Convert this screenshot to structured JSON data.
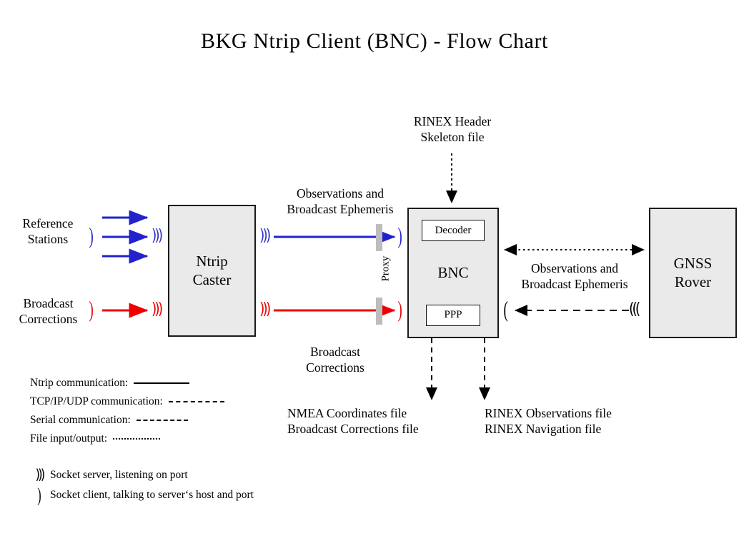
{
  "title": "BKG Ntrip Client (BNC)  -  Flow Chart",
  "colors": {
    "ntrip_blue": "#2222CC",
    "corrections_red": "#EE0000",
    "box_fill": "#EAEAEA",
    "box_border": "#1A1A1A",
    "proxy_bar": "#BDBDBD",
    "background": "#FFFFFF"
  },
  "nodes": {
    "reference_stations": "Reference\nStations",
    "broadcast_corrections_source": "Broadcast\nCorrections",
    "ntrip_caster": "Ntrip\nCaster",
    "bnc": "BNC",
    "bnc_decoder": "Decoder",
    "bnc_ppp": "PPP",
    "gnss_rover": "GNSS\nRover"
  },
  "labels": {
    "rinex_header_skeleton": "RINEX Header\nSkeleton file",
    "observations_ephemeris_left": "Observations and\nBroadcast Ephemeris",
    "broadcast_corrections_mid": "Broadcast\nCorrections",
    "observations_ephemeris_right": "Observations and\nBroadcast Ephemeris",
    "proxy": "Proxy",
    "nmea_outputs": "NMEA Coordinates file\nBroadcast Corrections file",
    "rinex_outputs": "RINEX Observations file\nRINEX Navigation file"
  },
  "legend": {
    "lines": [
      {
        "label": "Ntrip communication:",
        "style": "solid"
      },
      {
        "label": "TCP/IP/UDP communication:",
        "style": "dashed"
      },
      {
        "label": "Serial communication:",
        "style": "dash-dot"
      },
      {
        "label": "File input/output:",
        "style": "dotted"
      }
    ],
    "sockets": [
      {
        "icon": "socket-server-waves",
        "glyph": ")))",
        "label": "Socket server, listening on port"
      },
      {
        "icon": "socket-client-arc",
        "glyph": ")",
        "label": "Socket client, talking to server‘s host and port"
      }
    ]
  },
  "chart_data": {
    "type": "diagram",
    "title": "BKG Ntrip Client (BNC)  -  Flow Chart",
    "nodes": [
      {
        "id": "reference_stations",
        "label": "Reference Stations",
        "kind": "text"
      },
      {
        "id": "broadcast_corrections_source",
        "label": "Broadcast Corrections",
        "kind": "text"
      },
      {
        "id": "ntrip_caster",
        "label": "Ntrip Caster",
        "kind": "box"
      },
      {
        "id": "bnc",
        "label": "BNC",
        "kind": "box",
        "children": [
          "Decoder",
          "PPP"
        ]
      },
      {
        "id": "gnss_rover",
        "label": "GNSS Rover",
        "kind": "box"
      },
      {
        "id": "rinex_header_skeleton",
        "label": "RINEX Header Skeleton file",
        "kind": "file"
      },
      {
        "id": "nmea_outputs",
        "label": "NMEA Coordinates file / Broadcast Corrections file",
        "kind": "file"
      },
      {
        "id": "rinex_outputs",
        "label": "RINEX Observations file / RINEX Navigation file",
        "kind": "file"
      }
    ],
    "edges": [
      {
        "from": "reference_stations",
        "to": "ntrip_caster",
        "style": "solid",
        "color": "#2222CC",
        "count": 3
      },
      {
        "from": "broadcast_corrections_source",
        "to": "ntrip_caster",
        "style": "solid",
        "color": "#EE0000",
        "count": 1
      },
      {
        "from": "ntrip_caster",
        "to": "bnc",
        "style": "solid",
        "color": "#2222CC",
        "label": "Observations and Broadcast Ephemeris"
      },
      {
        "from": "ntrip_caster",
        "to": "bnc",
        "style": "solid",
        "color": "#EE0000",
        "label": "Broadcast Corrections"
      },
      {
        "from": "rinex_header_skeleton",
        "to": "bnc",
        "style": "dotted",
        "color": "#000000"
      },
      {
        "from": "bnc",
        "to": "gnss_rover",
        "style": "dotted",
        "color": "#000000",
        "direction": "both",
        "label": "Observations and Broadcast Ephemeris"
      },
      {
        "from": "gnss_rover",
        "to": "bnc",
        "style": "dashed",
        "color": "#000000"
      },
      {
        "from": "bnc",
        "to": "nmea_outputs",
        "style": "dashed",
        "color": "#000000"
      },
      {
        "from": "bnc",
        "to": "rinex_outputs",
        "style": "dashed",
        "color": "#000000"
      }
    ]
  }
}
